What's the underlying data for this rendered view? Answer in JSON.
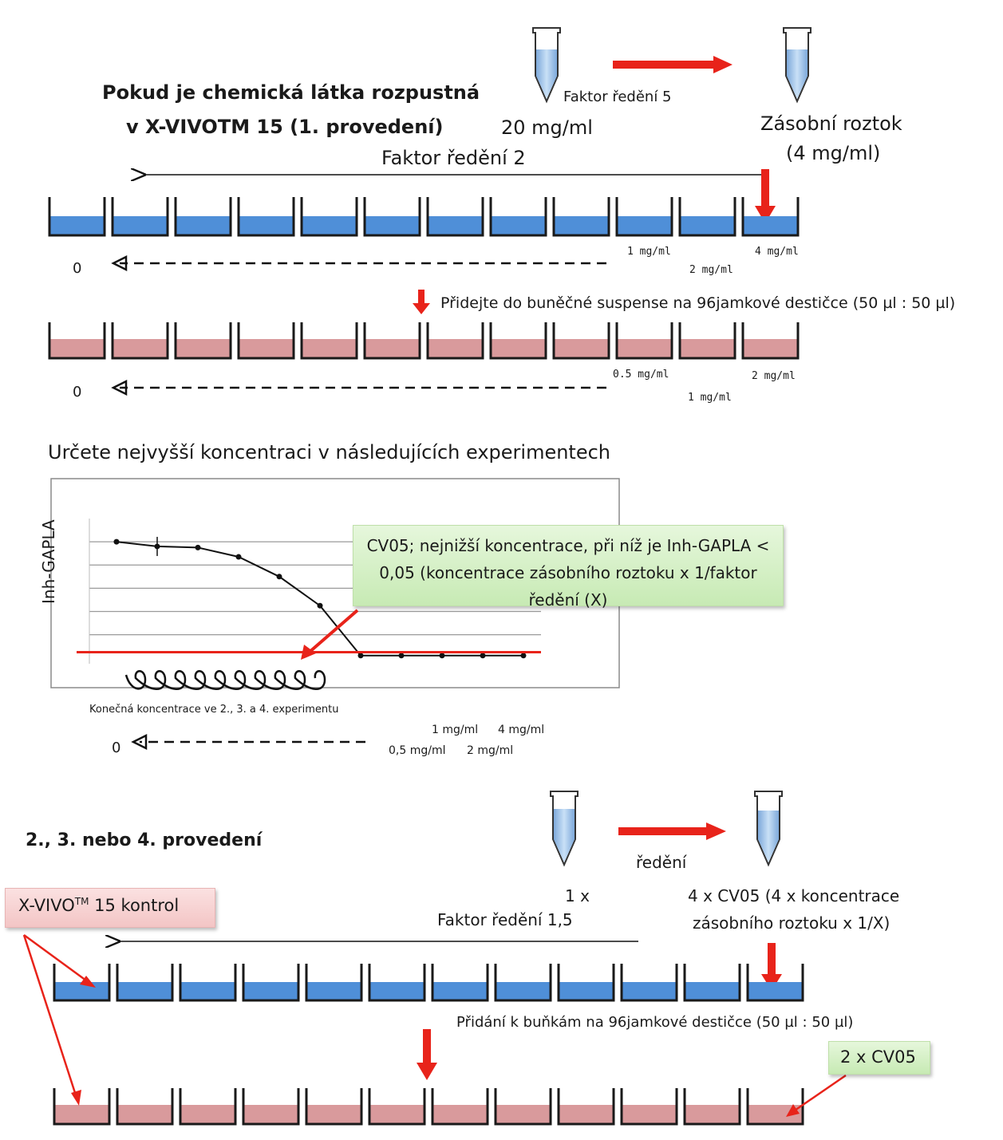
{
  "section1": {
    "title_line1": "Pokud je chemická látka rozpustná",
    "title_line2": "v X-VIVOTM 15 (1. provedení)",
    "tube_dilution_label": "Faktor ředění 5",
    "tube_source_label": "20 mg/ml",
    "stock_label_line1": "Zásobní roztok",
    "stock_label_line2": "(4 mg/ml)",
    "serial_dilution_label": "Faktor ředění 2",
    "blue_row_labels": {
      "conc_a": "1 mg/ml",
      "conc_b": "4 mg/ml",
      "conc_c": "2 mg/ml",
      "zero": "0"
    },
    "add_instruction": "Přidejte do buněčné suspense na 96jamkové destičce (50 µl : 50 µl)",
    "pink_row_labels": {
      "conc_a": "0.5 mg/ml",
      "conc_b": "2 mg/ml",
      "conc_c": "1 mg/ml",
      "zero": "0"
    }
  },
  "graph_section": {
    "heading": "Určete nejvyšší koncentraci v následujících experimentech",
    "ylabel": "Inh-GAPLA",
    "callout": "CV05; nejnižší koncentrace, při níž je Inh-GAPLA < 0,05 (koncentrace zásobního roztoku x 1/faktor ředění (X)",
    "final_conc_label": "Konečná koncentrace ve 2., 3. a 4. experimentu",
    "scale_labels": {
      "a": "1 mg/ml",
      "b": "4 mg/ml",
      "c": "0,5 mg/ml",
      "d": "2 mg/ml",
      "zero": "0"
    }
  },
  "chart_data": {
    "type": "line",
    "x": [
      1,
      2,
      3,
      4,
      5,
      6,
      7,
      8,
      9,
      10,
      11
    ],
    "series": [
      {
        "values": [
          1.0,
          0.96,
          0.95,
          0.87,
          0.7,
          0.45,
          0.02,
          0.02,
          0.02,
          0.02,
          0.02
        ]
      }
    ],
    "threshold": 0.05,
    "threshold_color": "#e8231a",
    "ylim": [
      -0.05,
      1.2
    ],
    "grid": true
  },
  "section2": {
    "title": "2., 3. nebo 4. provedení",
    "dilution_word": "ředění",
    "left_tube_label": "1 x",
    "dilution_factor_label": "Faktor ředění 1,5",
    "right_tube_label_line1": "4 x CV05 (4 x koncentrace",
    "right_tube_label_line2": "zásobního roztoku x 1/X)",
    "control_label_main": "X-VIVO",
    "control_label_sup": "TM",
    "control_label_tail": " 15 kontrol",
    "add_instruction": "Přidání k buňkám na 96jamkové destičce (50 µl : 50 µl)",
    "cv_label": "2 x CV05"
  },
  "colors": {
    "arrow_red": "#e8231a",
    "well_blue": "#4f8fd8",
    "well_pink": "#d99a9c",
    "tube_liquid": "#9fc3ea"
  }
}
